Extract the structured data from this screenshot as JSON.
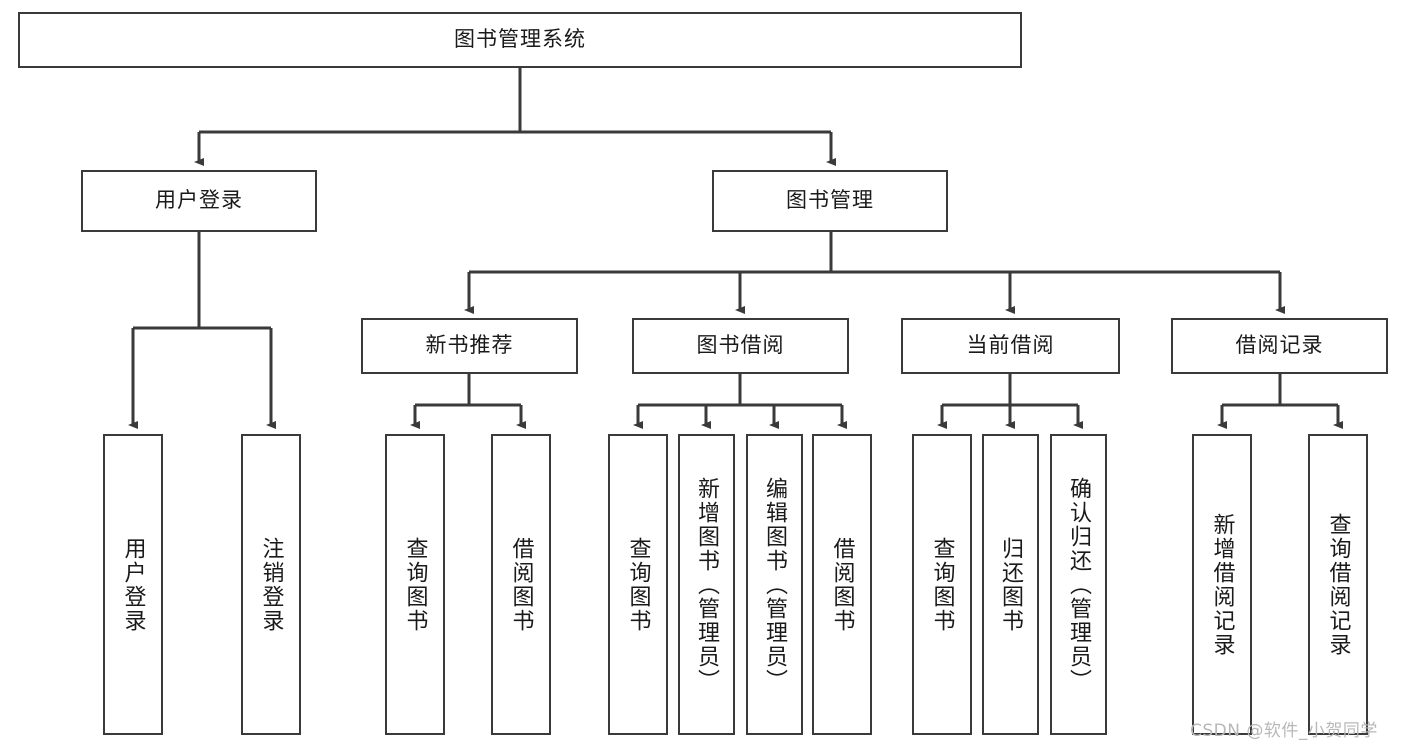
{
  "diagram": {
    "type": "hierarchy-tree",
    "title": "图书管理系统",
    "root": {
      "label": "图书管理系统"
    },
    "level2": [
      {
        "label": "用户登录"
      },
      {
        "label": "图书管理"
      }
    ],
    "level3": [
      {
        "label": "新书推荐"
      },
      {
        "label": "图书借阅"
      },
      {
        "label": "当前借阅"
      },
      {
        "label": "借阅记录"
      }
    ],
    "leaves": {
      "user_login": [
        {
          "label": "用户登录"
        },
        {
          "label": "注销登录"
        }
      ],
      "new_book_recommend": [
        {
          "label": "查询图书"
        },
        {
          "label": "借阅图书"
        }
      ],
      "book_borrow": [
        {
          "label": "查询图书"
        },
        {
          "label": "新增图书（管理员）"
        },
        {
          "label": "编辑图书（管理员）"
        },
        {
          "label": "借阅图书"
        }
      ],
      "current_borrow": [
        {
          "label": "查询图书"
        },
        {
          "label": "归还图书"
        },
        {
          "label": "确认归还（管理员）"
        }
      ],
      "borrow_record": [
        {
          "label": "新增借阅记录"
        },
        {
          "label": "查询借阅记录"
        }
      ]
    }
  },
  "watermark": {
    "text": "CSDN @软件_小贺同学"
  },
  "colors": {
    "box_border": "#3a3a3a",
    "box_fill": "#ffffff",
    "text": "#1a1a1a",
    "connector": "#3a3a3a",
    "watermark": "#b8b8b8",
    "page_background": "#ffffff"
  }
}
